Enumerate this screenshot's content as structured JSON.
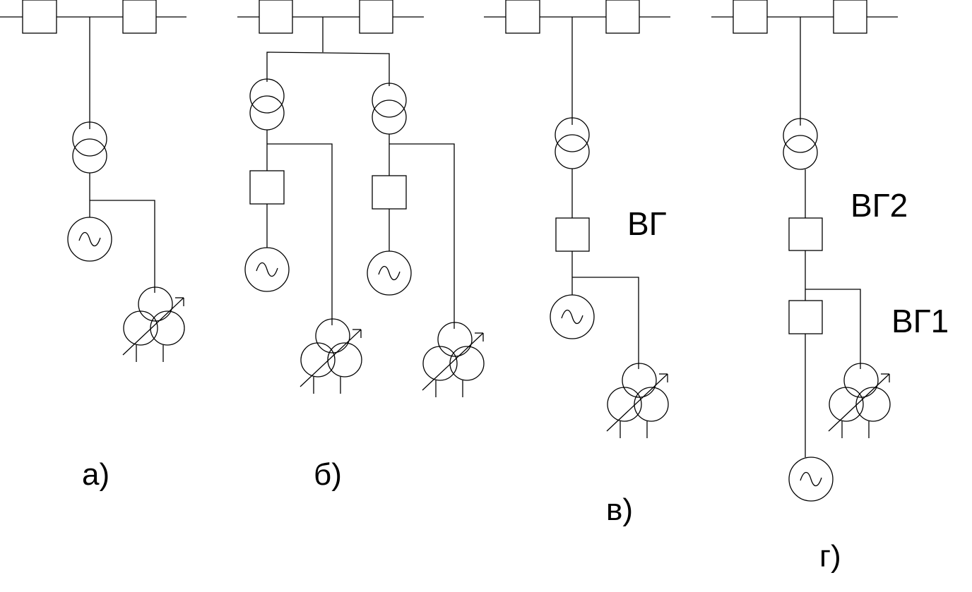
{
  "diagram": {
    "labels": {
      "variant_a": "а)",
      "variant_b": "б)",
      "variant_v": "в)",
      "variant_g": "г)",
      "breaker_vg": "ВГ",
      "breaker_vg2": "ВГ2",
      "breaker_vg1": "ВГ1"
    },
    "colors": {
      "stroke": "#000000",
      "background": "#ffffff"
    },
    "symbols": [
      "bus-bar",
      "circuit-breaker",
      "two-winding-transformer",
      "generator",
      "three-winding-tap-changing-transformer"
    ]
  }
}
